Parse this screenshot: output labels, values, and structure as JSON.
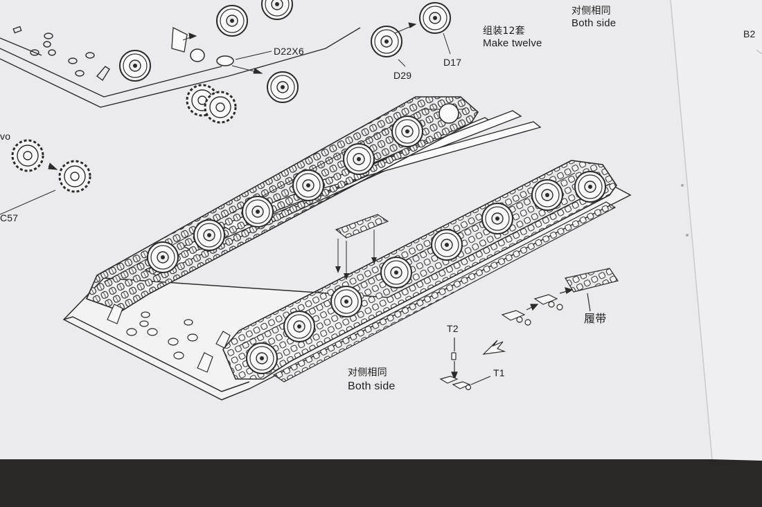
{
  "labels": {
    "top_both_cn": "对侧相同",
    "top_both_en": "Both side",
    "make_twelve_cn": "组装12套",
    "make_twelve_en": "Make twelve",
    "d22x6": "D22X6",
    "d29": "D29",
    "d17": "D17",
    "b2_partial": "B2",
    "wo_partial": "vo",
    "c57_partial": "C57",
    "track_cn": "履带",
    "t2": "T2",
    "t1": "T1",
    "bottom_both_cn": "对侧相同",
    "bottom_both_en": "Both side"
  },
  "colors": {
    "paper": "#ebebed",
    "paper_right": "#efeff1",
    "background": "#2a2826",
    "line_art": "#2b2b2b"
  }
}
